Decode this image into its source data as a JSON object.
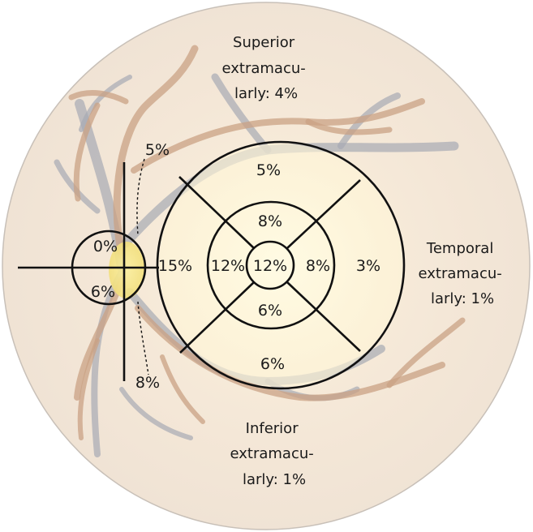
{
  "regions": {
    "superior": [
      "Superior",
      "extramacu-",
      "larly: 4%"
    ],
    "temporal": [
      "Temporal",
      "extramacu-",
      "larly: 1%"
    ],
    "inferior": [
      "Inferior",
      "extramacu-",
      "larly: 1%"
    ]
  },
  "optic_disc": {
    "superior_nasal": "0%",
    "inferior_nasal": "6%",
    "superior_rim": "5%",
    "inferior_rim": "8%"
  },
  "macula": {
    "nasal_outer": "15%",
    "superior_outer": "5%",
    "temporal_outer": "3%",
    "inferior_outer": "6%",
    "superior_inner": "8%",
    "nasal_inner": "12%",
    "center": "12%",
    "temporal_inner": "8%",
    "inferior_inner": "6%"
  },
  "colors": {
    "fundus": "#f2e6d8",
    "macula_glow": "#fff6cf",
    "disc": "#f3e58e",
    "artery": "#c9a184",
    "vein": "#a7a9b4",
    "lines": "#111111"
  }
}
